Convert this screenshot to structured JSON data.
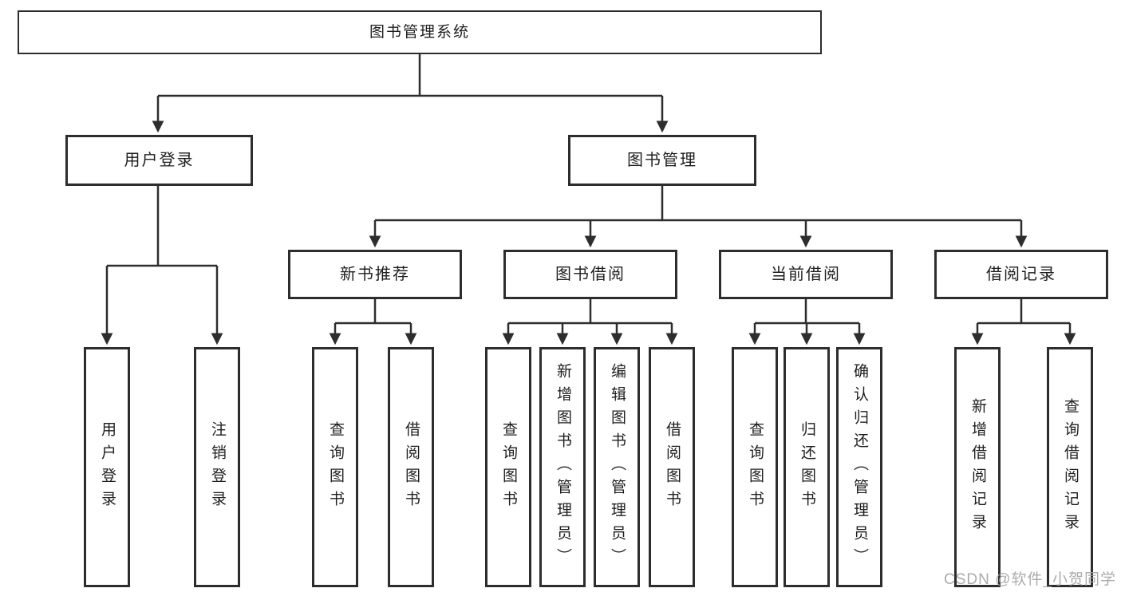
{
  "diagram": {
    "nodes": {
      "root": "图书管理系统",
      "user_login": "用户登录",
      "book_mgmt": "图书管理",
      "new_book_rec": "新书推荐",
      "book_borrow": "图书借阅",
      "current_borrow": "当前借阅",
      "borrow_records": "借阅记录",
      "ul_user_login": "用户登录",
      "ul_logout": "注销登录",
      "nb_query_books": "查询图书",
      "nb_borrow_books": "借阅图书",
      "bb_query_books": "查询图书",
      "bb_add_books": "新增图书（管理员）",
      "bb_edit_books": "编辑图书（管理员）",
      "bb_borrow_books": "借阅图书",
      "cb_query_books": "查询图书",
      "cb_return_books": "归还图书",
      "cb_confirm_return": "确认归还（管理员）",
      "br_add_record": "新增借阅记录",
      "br_query_record": "查询借阅记录"
    },
    "line_color": "#2d2d2d",
    "watermark": "CSDN @软件_小贺同学"
  }
}
